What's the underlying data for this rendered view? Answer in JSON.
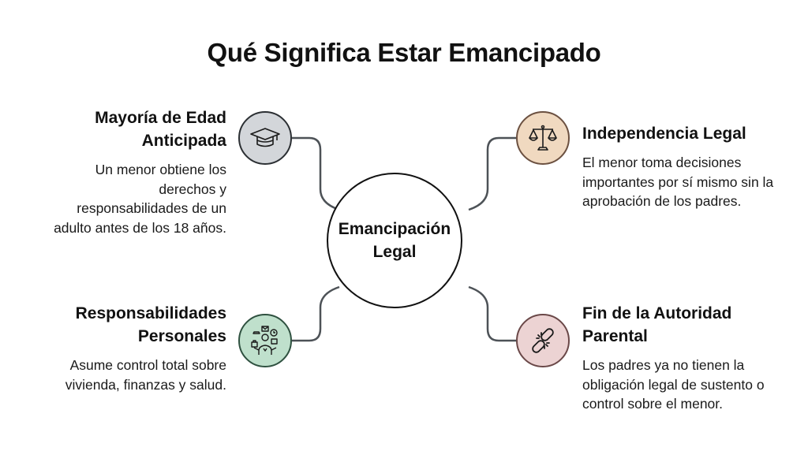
{
  "title": "Qué Significa Estar Emancipado",
  "hub": {
    "line1": "Emancipación",
    "line2": "Legal"
  },
  "items": [
    {
      "title_line1": "Mayoría de Edad",
      "title_line2": "Anticipada",
      "description": "Un menor obtiene los derechos y responsabilidades de un adulto antes de los 18 años.",
      "icon": "graduation-cap-icon",
      "fill": "#d3d6da",
      "border": "#2b2f33"
    },
    {
      "title_line1": "Independencia Legal",
      "title_line2": "",
      "description": "El menor toma decisiones importantes por sí mismo sin la aprobación de los padres.",
      "icon": "scales-icon",
      "fill": "#f0d9c0",
      "border": "#6b5040"
    },
    {
      "title_line1": "Responsabilidades",
      "title_line2": "Personales",
      "description": "Asume control total sobre vivienda, finanzas y salud.",
      "icon": "multitasking-person-icon",
      "fill": "#bfe0cc",
      "border": "#2f5140"
    },
    {
      "title_line1": "Fin de la Autoridad",
      "title_line2": "Parental",
      "description": "Los padres ya no tienen la obligación legal de sustento o control sobre el menor.",
      "icon": "broken-chain-icon",
      "fill": "#ecd3d3",
      "border": "#6a4848"
    }
  ],
  "colors": {
    "connector": "#4d5257",
    "text": "#111111"
  }
}
